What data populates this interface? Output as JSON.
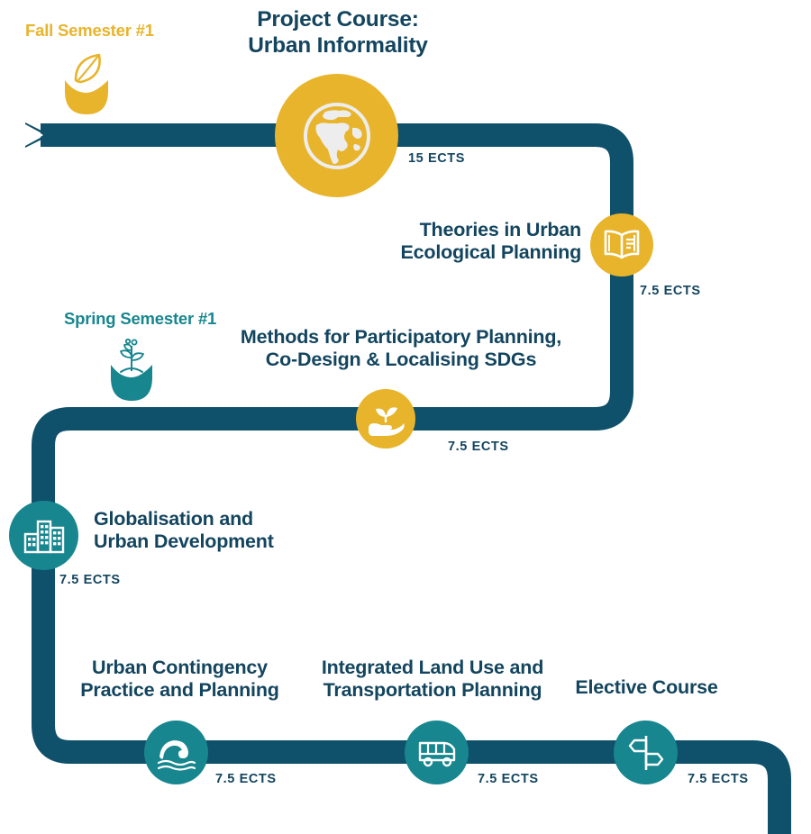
{
  "meta": {
    "accent_yellow": "#E8B42B",
    "accent_teal": "#17868F",
    "accent_dark": "#0F506A",
    "text_dark": "#13455F",
    "background": "#FFFFFF"
  },
  "semesters": [
    {
      "id": "fall-1",
      "label": "Fall Semester #1",
      "color": "#E8B42B",
      "icon": "leaf-in-cup-icon"
    },
    {
      "id": "spring-1",
      "label": "Spring Semester #1",
      "color": "#17868F",
      "icon": "seedling-in-pot-icon"
    }
  ],
  "courses": [
    {
      "id": "project-course-urban-informality",
      "title": "Project Course:\nUrban Informality",
      "ects": "15  ECTS",
      "icon": "globe-icon",
      "color": "#E8B42B",
      "semester": "fall-1"
    },
    {
      "id": "theories-in-urban-ecological-planning",
      "title": "Theories in Urban\nEcological Planning",
      "ects": "7.5  ECTS",
      "icon": "open-book-icon",
      "color": "#E8B42B",
      "semester": "fall-1"
    },
    {
      "id": "methods-participatory-planning",
      "title": "Methods for Participatory Planning,\nCo-Design & Localising SDGs",
      "ects": "7.5  ECTS",
      "icon": "hand-holding-plant-icon",
      "color": "#E8B42B",
      "semester": "spring-1"
    },
    {
      "id": "globalisation-and-urban-development",
      "title": "Globalisation and\nUrban Development",
      "ects": "7.5  ECTS",
      "icon": "city-buildings-icon",
      "color": "#17868F",
      "semester": "spring-1"
    },
    {
      "id": "urban-contingency-practice-and-planning",
      "title": "Urban Contingency\nPractice and Planning",
      "ects": "7.5  ECTS",
      "icon": "wave-icon",
      "color": "#17868F",
      "semester": "spring-1"
    },
    {
      "id": "integrated-land-use-and-transportation-planning",
      "title": "Integrated Land Use and\nTransportation Planning",
      "ects": "7.5  ECTS",
      "icon": "bus-icon",
      "color": "#17868F",
      "semester": "spring-1"
    },
    {
      "id": "elective-course",
      "title": "Elective Course",
      "ects": "7.5  ECTS",
      "icon": "signpost-icon",
      "color": "#17868F",
      "semester": "spring-1"
    }
  ]
}
